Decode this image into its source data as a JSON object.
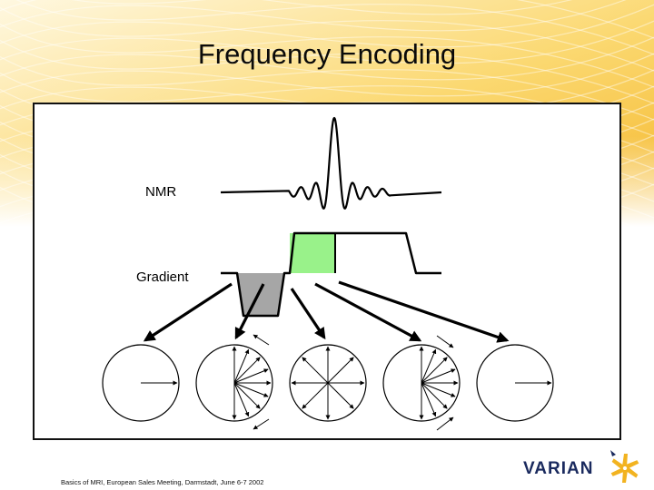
{
  "slide": {
    "title": "Frequency Encoding",
    "footer": "Basics of MRI, European Sales Meeting, Darmstadt, June 6-7 2002"
  },
  "diagram": {
    "nmr_label": "NMR",
    "gradient_label": "Gradient",
    "dephase_lobe_color": "#a6a6a6",
    "readout_lobe_color": "#99f28a",
    "spin_states": [
      {
        "state": "in-phase"
      },
      {
        "state": "fanned-right"
      },
      {
        "state": "fully-dispersed"
      },
      {
        "state": "fanned-right-refocusing"
      },
      {
        "state": "in-phase-echo"
      }
    ]
  },
  "logo": {
    "text": "VARIAN",
    "icon": "varian-starburst-icon",
    "color": "#1a2a5e",
    "accent": "#f2b320"
  },
  "theme": {
    "banner_color": "#f7c644",
    "banner_light": "#fff4cf"
  }
}
